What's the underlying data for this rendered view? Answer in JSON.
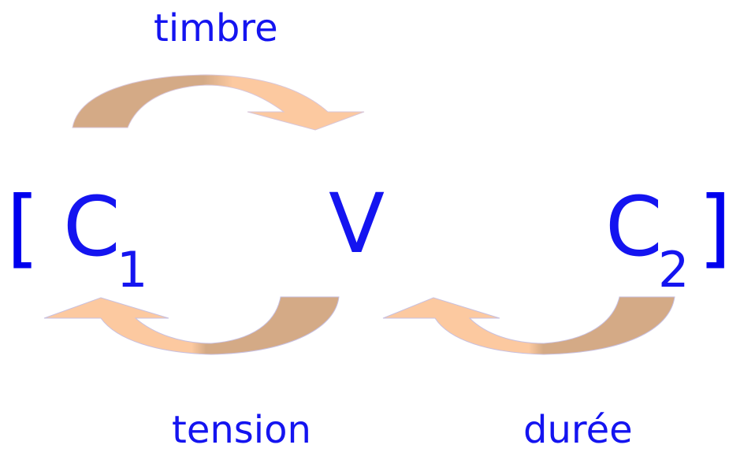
{
  "labels": {
    "timbre": "timbre",
    "tension": "tension",
    "duree": "durée",
    "bracket_open": "[",
    "bracket_close": "]",
    "c1_letter": "C",
    "c1_sub": "1",
    "v_letter": "V",
    "c2_letter": "C",
    "c2_sub": "2"
  },
  "colors": {
    "text": "#1414f0",
    "arrow_dark": "#d4aa86",
    "arrow_light": "#fcc9a0",
    "arrow_stroke": "#c8c0e0"
  }
}
